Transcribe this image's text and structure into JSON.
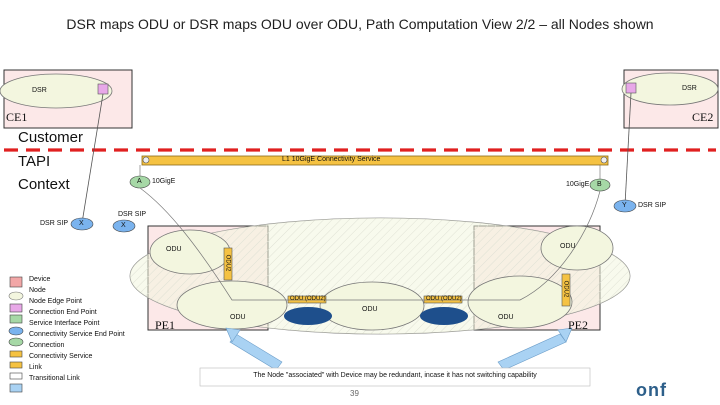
{
  "title": "DSR maps ODU or DSR maps ODU over ODU, Path Computation View 2/2 – all Nodes shown",
  "context": {
    "line1": "Customer",
    "line2": "TAPI",
    "line3": "Context"
  },
  "devices": {
    "ce1": "CE1",
    "ce2": "CE2",
    "pe1": "PE1",
    "pe2": "PE2"
  },
  "nodes": {
    "ce1_node": "DSR",
    "ce2_node": "DSR",
    "odu_left": "ODU",
    "odu_right": "ODU",
    "odu_pe1": "ODU",
    "odu_center": "ODU",
    "odu_pe2": "ODU"
  },
  "connectivity_service": "L1 10GigE Connectivity Service",
  "ports": {
    "a": "A",
    "b": "B",
    "x": "X",
    "y": "Y",
    "a_rate": "10GigE",
    "b_rate": "10GigE"
  },
  "sips": {
    "left": "DSR SIP",
    "center": "DSR SIP",
    "right": "DSR SIP"
  },
  "link_labels": {
    "odu_a": "ODU (ODU2)",
    "odu_b": "ODU (ODU2)"
  },
  "vertical_labels": {
    "left": "ODU2",
    "right": "ODU2"
  },
  "legend": [
    {
      "label": "Device",
      "symbol": "device"
    },
    {
      "label": "Node",
      "symbol": "node"
    },
    {
      "label": "Node Edge Point",
      "symbol": "nep"
    },
    {
      "label": "Connection End Point",
      "symbol": "cep"
    },
    {
      "label": "Service Interface Point",
      "symbol": "sip"
    },
    {
      "label": "Connectivity Service End Point",
      "symbol": "csep"
    },
    {
      "label": "Connection",
      "symbol": "connection"
    },
    {
      "label": "Connectivity Service",
      "symbol": "service"
    },
    {
      "label": "Link",
      "symbol": "link"
    },
    {
      "label": "Transitional Link",
      "symbol": "tlink"
    }
  ],
  "note": "The Node \"associated\" with Device may be redundant, incase it has not switching capability",
  "page_number": "39",
  "logo": "onf",
  "colors": {
    "device_fill": "#fce8e8",
    "node_fill": "#f3f6df",
    "dashed_red": "#e02020",
    "service_bar": "#f5c242",
    "sip_blue": "#7ab3ee",
    "arrow_blue": "#a9d2f3",
    "cloud_blue": "#1e4f8c"
  }
}
